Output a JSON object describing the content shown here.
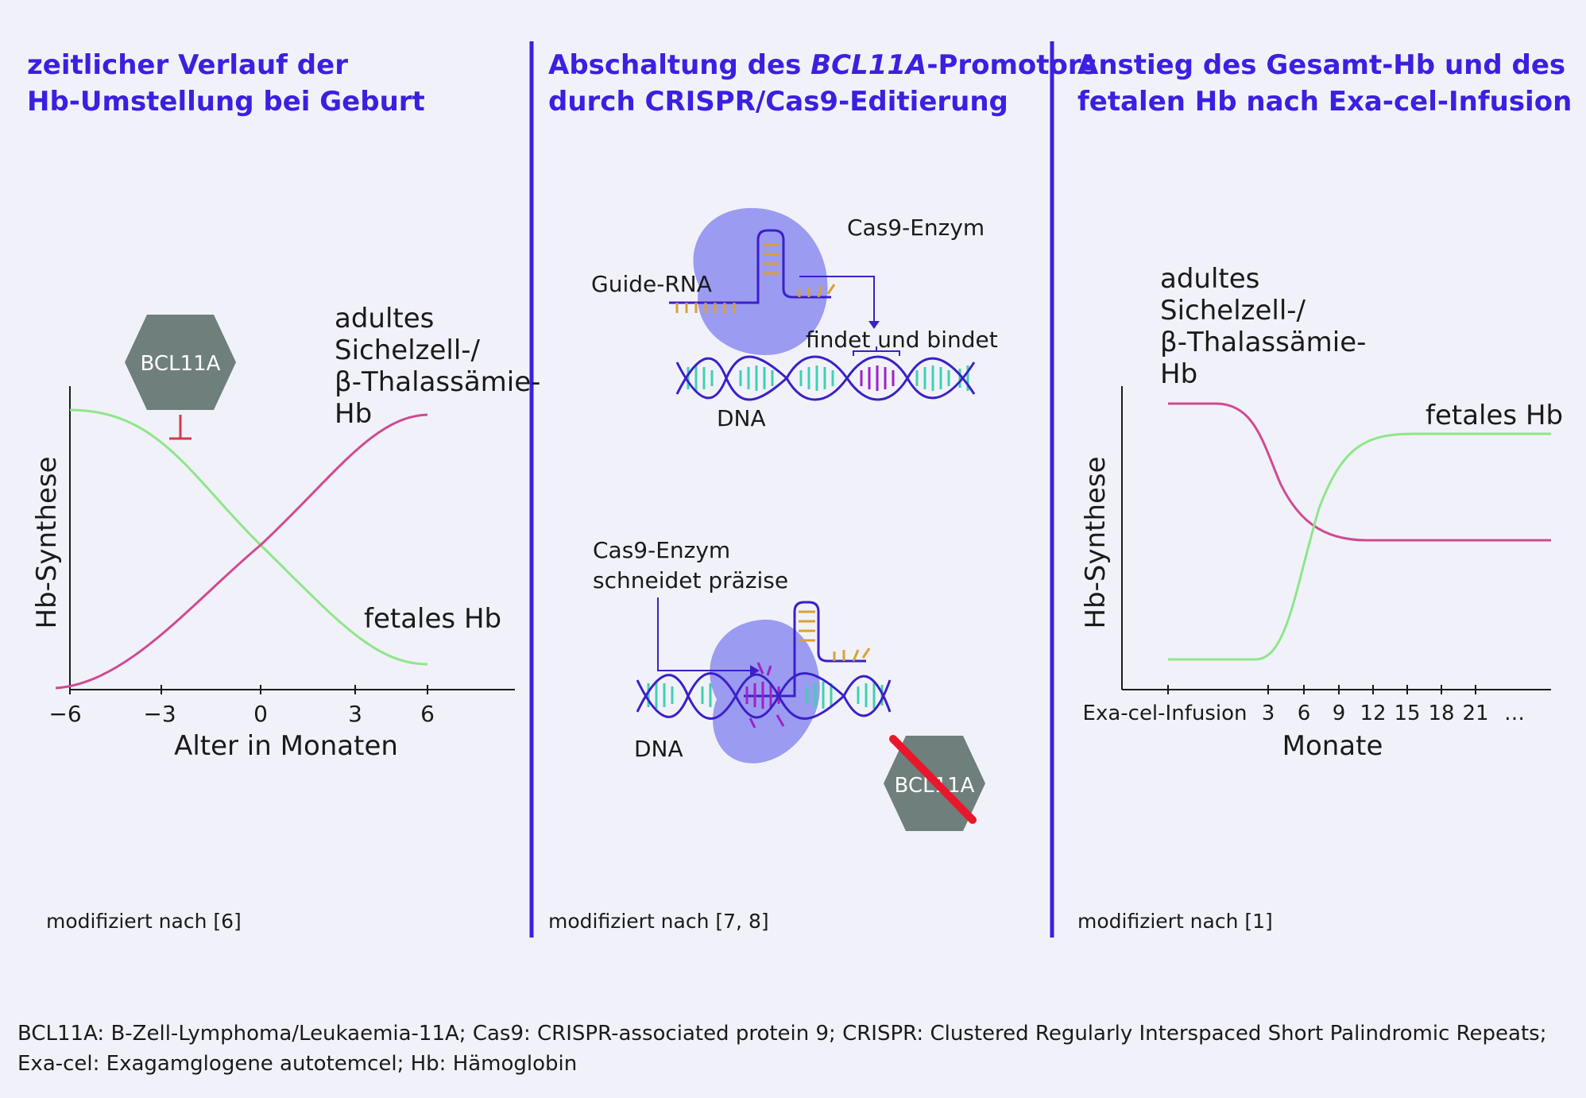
{
  "colors": {
    "title": "#3a20e0",
    "divider": "#3a20e0",
    "adult_curve": "#d04a92",
    "fetal_curve": "#8ee68a",
    "hexagon": "#6f7f7b",
    "enzyme": "#8c8cf0",
    "dna_strand": "#3a20c8",
    "dna_rungs": "#3ed1b1",
    "target_site": "#a020c8",
    "rna_bases": "#d9a03a",
    "strike": "#e8172b",
    "inhibit": "#d23a4a"
  },
  "panel1": {
    "title_line1": "zeitlicher Verlauf der",
    "title_line2": "Hb-Umstellung bei Geburt",
    "hexagon_label": "BCL11A",
    "ylabel": "Hb-Synthese",
    "xlabel": "Alter in Monaten",
    "x_ticks": [
      "−6",
      "−3",
      "0",
      "3",
      "6"
    ],
    "adult_label": [
      "adultes",
      "Sichelzell-/",
      "β-Thalassämie-",
      "Hb"
    ],
    "fetal_label": "fetales Hb",
    "source": "modifiziert nach [6]"
  },
  "panel2": {
    "title_line1_prefix": "Abschaltung des ",
    "title_line1_italic": "BCL11A",
    "title_line1_suffix": "-Promotors",
    "title_line2": "durch CRISPR/Cas9-Editierung",
    "top": {
      "enzyme_label": "Cas9-Enzym",
      "rna_label": "Guide-RNA",
      "bind_label": "findet und bindet",
      "dna_label": "DNA"
    },
    "bottom": {
      "cut_label_line1": "Cas9-Enzym",
      "cut_label_line2": "schneidet präzise",
      "dna_label": "DNA",
      "hexagon_label": "BCL11A"
    },
    "source": "modifiziert nach [7, 8]"
  },
  "panel3": {
    "title_line1": "Anstieg des Gesamt-Hb und des",
    "title_line2": "fetalen Hb nach Exa-cel-Infusion",
    "ylabel": "Hb-Synthese",
    "xlabel": "Monate",
    "x_ticks": [
      "Exa-cel-Infusion",
      "3",
      "6",
      "9",
      "12",
      "15",
      "18",
      "21",
      "…"
    ],
    "adult_label": [
      "adultes",
      "Sichelzell-/",
      "β-Thalassämie-",
      "Hb"
    ],
    "fetal_label": "fetales Hb",
    "source": "modifiziert nach [1]"
  },
  "footnote_line1": "BCL11A: B-Zell-Lymphoma/Leukaemia-11A; Cas9: CRISPR-associated protein 9; CRISPR: Clustered Regularly Interspaced Short Palindromic Repeats;",
  "footnote_line2": "Exa-cel: Exagamglogene autotemcel; Hb: Hämoglobin"
}
